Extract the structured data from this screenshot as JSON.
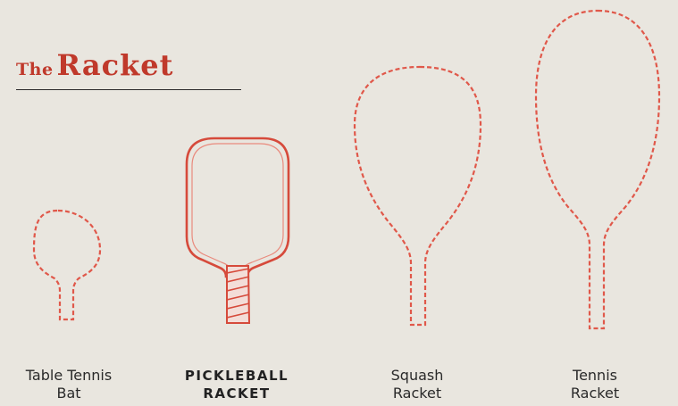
{
  "title": {
    "prefix": "The",
    "main": "Racket"
  },
  "rackets": [
    {
      "line1": "Table Tennis",
      "line2": "Bat",
      "highlight": false
    },
    {
      "line1": "PICKLEBALL",
      "line2": "RACKET",
      "highlight": true
    },
    {
      "line1": "Squash",
      "line2": "Racket",
      "highlight": false
    },
    {
      "line1": "Tennis",
      "line2": "Racket",
      "highlight": false
    }
  ],
  "colors": {
    "background": "#e9e6df",
    "accent": "#c0392b",
    "outline": "#e0584a",
    "text": "#2a2a2a"
  }
}
